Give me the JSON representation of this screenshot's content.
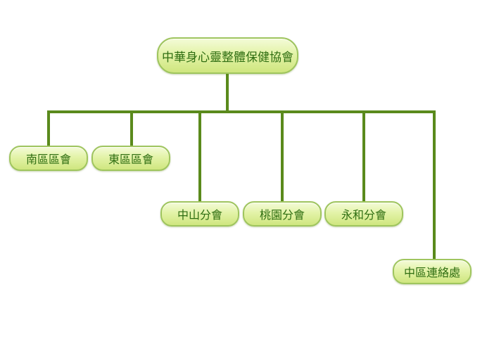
{
  "org_chart": {
    "root": {
      "label": "中華身心靈整體保健協會"
    },
    "children": [
      {
        "label": "南區區會"
      },
      {
        "label": "東區區會"
      },
      {
        "label": "中山分會"
      },
      {
        "label": "桃園分會"
      },
      {
        "label": "永和分會"
      },
      {
        "label": "中區連絡處"
      }
    ],
    "colors": {
      "connector": "#5a8a1c",
      "node_border": "#9fc55e",
      "node_fill_top": "#f4fbd8",
      "node_fill_bottom": "#cfe67f",
      "text": "#2f6e12"
    }
  }
}
